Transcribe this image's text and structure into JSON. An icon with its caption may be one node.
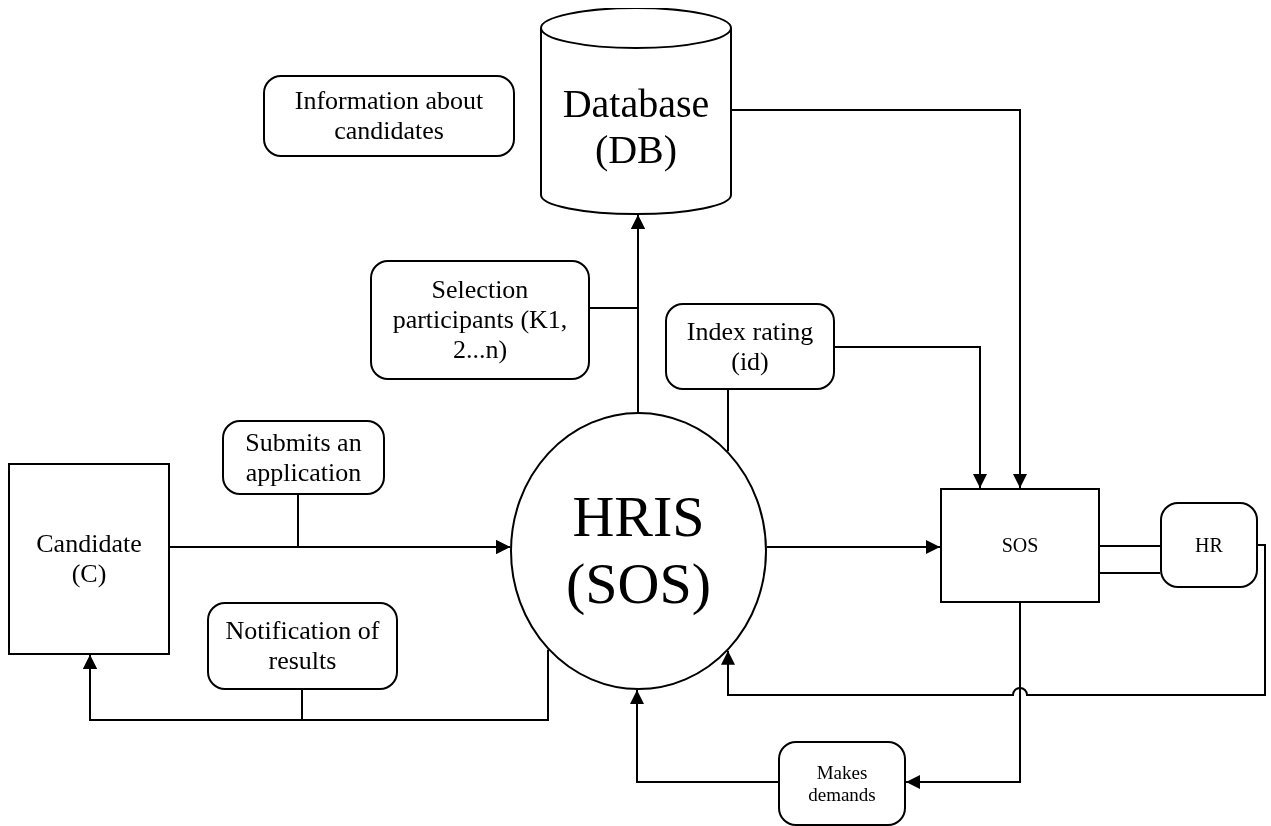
{
  "diagram": {
    "nodes": [
      {
        "text": [
          "Database (DB)"
        ]
      },
      {
        "text": [
          "Information about candidates"
        ]
      },
      {
        "text": [
          "Selection participants (K1, 2...n)"
        ]
      },
      {
        "text": [
          "Index rating (id)"
        ]
      },
      {
        "text": [
          "Submits an application"
        ]
      },
      {
        "text": [
          "Candidate (C)"
        ]
      },
      {
        "text": [
          "HRIS (SOS)"
        ]
      },
      {
        "text": [
          "SOS"
        ]
      },
      {
        "text": [
          "HR"
        ]
      },
      {
        "text": [
          "Notification of results"
        ]
      },
      {
        "text": [
          "Makes demands"
        ]
      }
    ],
    "edges": [
      {
        "from": 6,
        "to": 0,
        "arrow": "to"
      },
      {
        "from": 2,
        "to": 0,
        "arrow": "to"
      },
      {
        "from": 0,
        "to": 7,
        "arrow": "to"
      },
      {
        "from": 3,
        "to": 7,
        "arrow": "to"
      },
      {
        "from": 3,
        "to": 6,
        "arrow": "none"
      },
      {
        "from": 5,
        "to": 6,
        "arrow": "to"
      },
      {
        "from": 4,
        "to": 6,
        "arrow": "to"
      },
      {
        "from": 6,
        "to": 7,
        "arrow": "to"
      },
      {
        "from": 7,
        "to": 8,
        "arrow": "none"
      },
      {
        "from": 7,
        "to": 8,
        "arrow": "none"
      },
      {
        "from": 8,
        "to": 6,
        "arrow": "to"
      },
      {
        "from": 7,
        "to": 10,
        "arrow": "to"
      },
      {
        "from": 10,
        "to": 6,
        "arrow": "to"
      },
      {
        "from": 6,
        "to": 5,
        "arrow": "to"
      },
      {
        "from": 9,
        "to": 5,
        "arrow": "to"
      }
    ]
  }
}
